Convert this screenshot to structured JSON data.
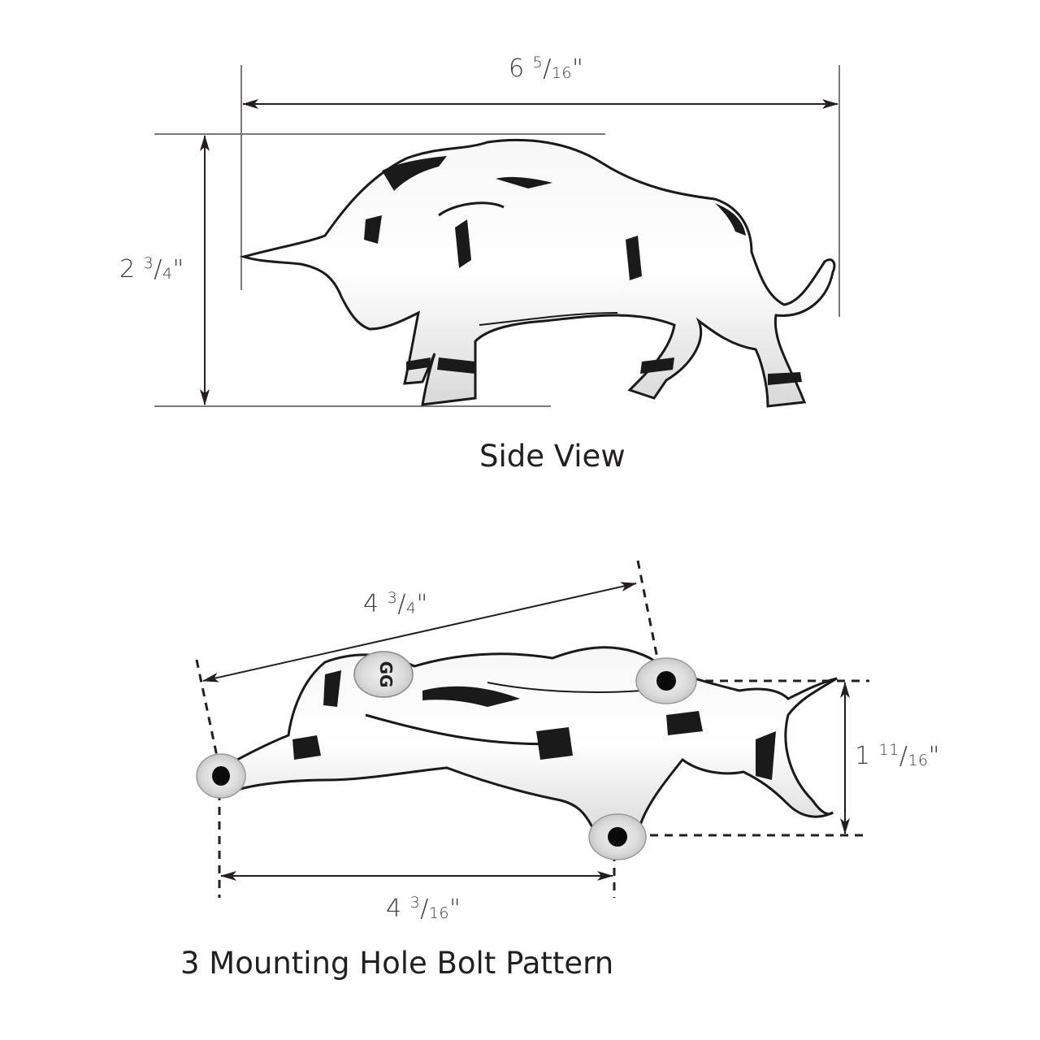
{
  "side_view": {
    "title": "Side View",
    "dimensions": {
      "length": {
        "whole": "6",
        "num": "5",
        "den": "16",
        "unit": "\""
      },
      "height": {
        "whole": "2",
        "num": "3",
        "den": "4",
        "unit": "\""
      }
    }
  },
  "bolt_pattern": {
    "title": "3 Mounting Hole Bolt Pattern",
    "dimensions": {
      "diagonal": {
        "whole": "4",
        "num": "3",
        "den": "4",
        "unit": "\""
      },
      "width": {
        "whole": "1",
        "num": "11",
        "den": "16",
        "unit": "\""
      },
      "base": {
        "whole": "4",
        "num": "3",
        "den": "16",
        "unit": "\""
      }
    },
    "stamp_text": "GG",
    "hole_count": 3
  },
  "colors": {
    "line": "#231f20",
    "extension_line": "#7a7a7a",
    "chrome_light": "#e6e6e6",
    "chrome_dark": "#1a1a1a"
  }
}
